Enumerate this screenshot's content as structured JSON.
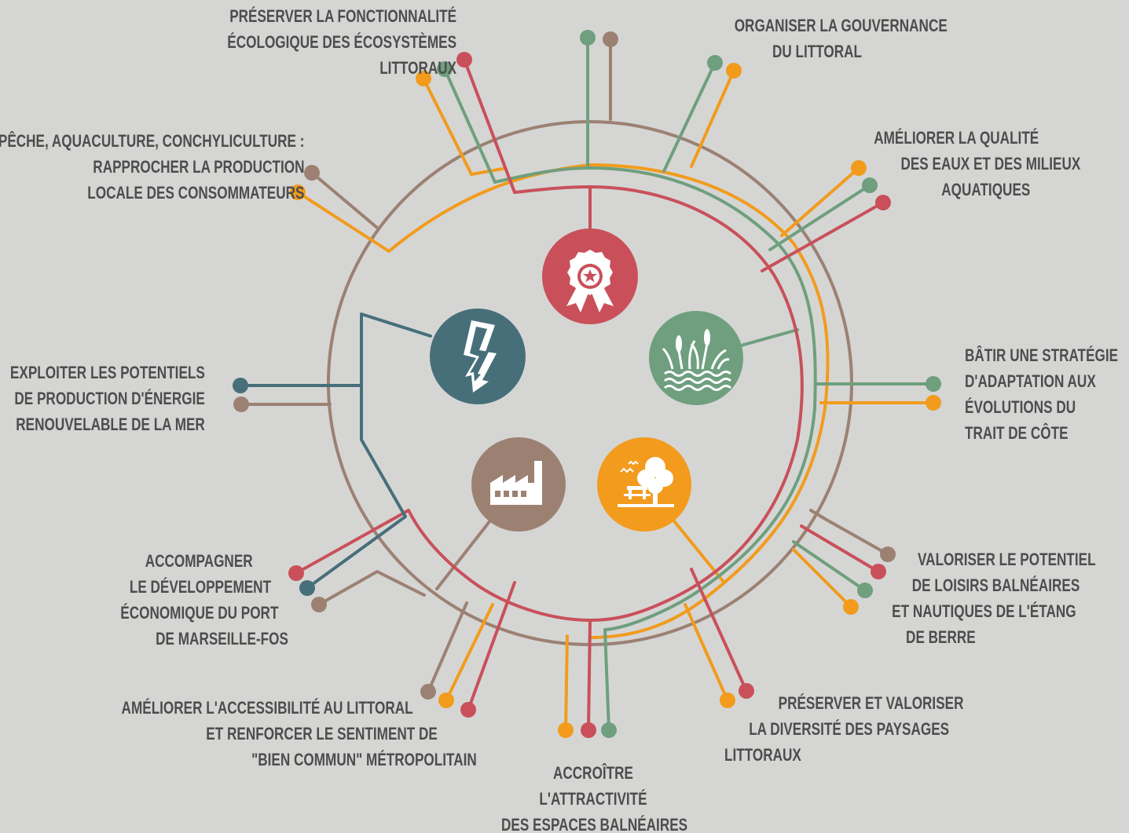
{
  "colors": {
    "background": "#d5d6d4",
    "red": "#c9505a",
    "green": "#6f9f7e",
    "orange": "#f29b1d",
    "brown": "#9c8173",
    "teal": "#476f7a",
    "text": "#4d4d4d"
  },
  "hubs": [
    {
      "icon": "award-ribbon-icon",
      "color": "red"
    },
    {
      "icon": "wetland-reeds-icon",
      "color": "green"
    },
    {
      "icon": "tree-park-icon",
      "color": "orange"
    },
    {
      "icon": "factory-icon",
      "color": "brown"
    },
    {
      "icon": "lightning-icon",
      "color": "teal"
    }
  ],
  "labels": {
    "preserver_fonctionnalite": [
      "PRÉSERVER LA FONCTIONNALITÉ",
      "ÉCOLOGIQUE DES ÉCOSYSTÈMES",
      "LITTORAUX"
    ],
    "organiser_gouvernance": [
      "ORGANISER LA GOUVERNANCE",
      "DU LITTORAL"
    ],
    "peche": [
      "PÊCHE, AQUACULTURE, CONCHYLICULTURE :",
      "RAPPROCHER LA PRODUCTION",
      "LOCALE DES CONSOMMATEURS"
    ],
    "qualite_eaux": [
      "AMÉLIORER LA QUALITÉ",
      "DES EAUX ET DES MILIEUX",
      "AQUATIQUES"
    ],
    "energie": [
      "EXPLOITER LES POTENTIELS",
      "DE PRODUCTION D'ÉNERGIE",
      "RENOUVELABLE DE LA MER"
    ],
    "trait_cote": [
      "BÂTIR UNE STRATÉGIE",
      "D'ADAPTATION AUX",
      "ÉVOLUTIONS DU",
      "TRAIT DE CÔTE"
    ],
    "port": [
      "ACCOMPAGNER",
      "LE DÉVELOPPEMENT",
      "ÉCONOMIQUE DU PORT",
      "DE MARSEILLE-FOS"
    ],
    "etang_berre": [
      "VALORISER LE POTENTIEL",
      "DE LOISIRS BALNÉAIRES",
      "ET NAUTIQUES DE L'ÉTANG",
      "DE BERRE"
    ],
    "accessibilite": [
      "AMÉLIORER L'ACCESSIBILITÉ AU LITTORAL",
      "ET RENFORCER LE SENTIMENT DE",
      "\"BIEN COMMUN\" MÉTROPOLITAIN"
    ],
    "paysages": [
      "PRÉSERVER ET VALORISER",
      "LA DIVERSITÉ DES PAYSAGES",
      "LITTORAUX"
    ],
    "balneaires": [
      "ACCROÎTRE",
      "L'ATTRACTIVITÉ",
      "DES ESPACES BALNÉAIRES"
    ]
  }
}
